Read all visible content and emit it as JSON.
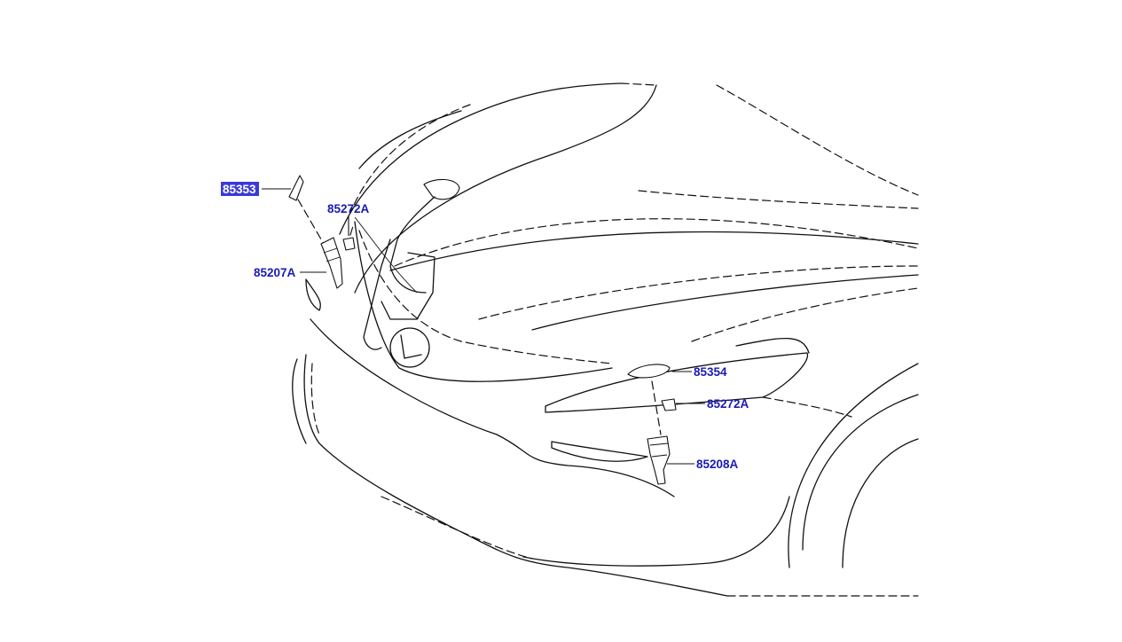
{
  "diagram": {
    "callouts": [
      {
        "id": "c1",
        "label": "85353",
        "highlighted": true
      },
      {
        "id": "c2",
        "label": "85272A",
        "highlighted": false
      },
      {
        "id": "c3",
        "label": "85207A",
        "highlighted": false
      },
      {
        "id": "c4",
        "label": "85354",
        "highlighted": false
      },
      {
        "id": "c5",
        "label": "85272A",
        "highlighted": false
      },
      {
        "id": "c6",
        "label": "85208A",
        "highlighted": false
      }
    ],
    "colors": {
      "callout_text": "#1a1ab4",
      "highlight_fill": "#3a3ad8",
      "line_art": "#111111",
      "background": "#ffffff"
    }
  }
}
